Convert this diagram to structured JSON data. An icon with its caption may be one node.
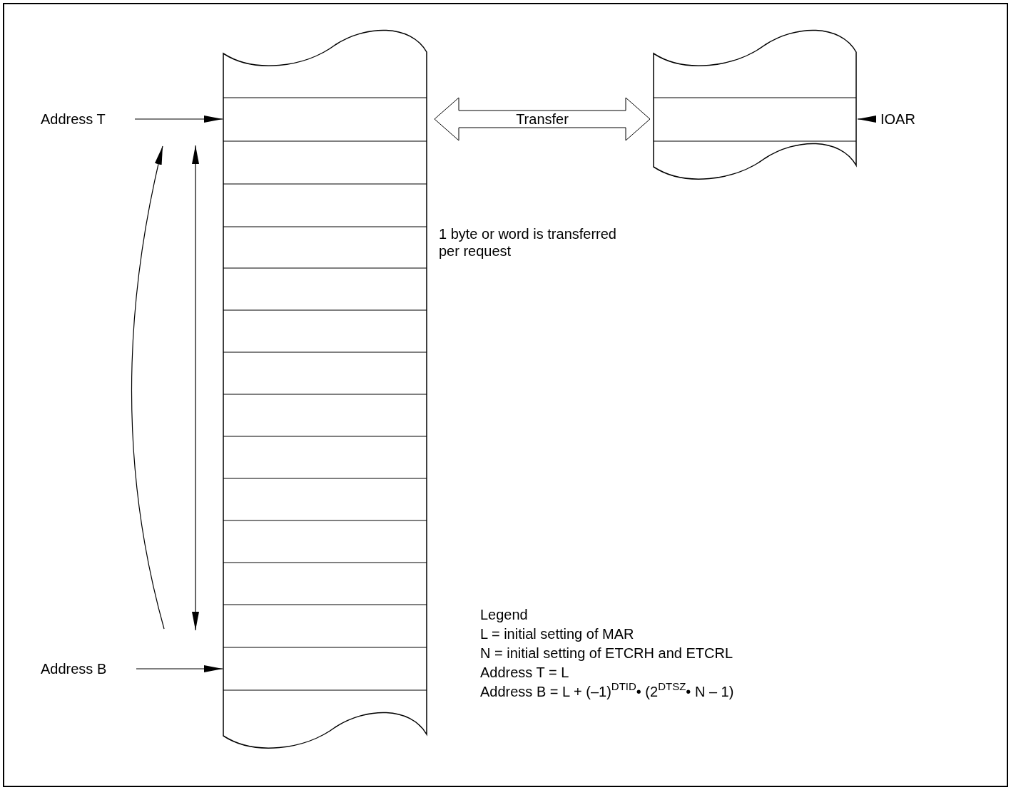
{
  "diagram": {
    "nodes": [
      {
        "text": [
          "Address T"
        ]
      },
      {
        "text": [],
        "shape": "box"
      },
      {
        "text": [],
        "shape": "box"
      },
      {
        "text": [
          "IOAR"
        ]
      },
      {
        "text": [
          "Address B"
        ]
      }
    ],
    "edges": [
      {
        "from": 0,
        "to": 1,
        "arrow": "to"
      },
      {
        "from": 1,
        "to": 2,
        "arrow": "both",
        "label": "Transfer",
        "style": "thick"
      },
      {
        "from": 3,
        "to": 2,
        "arrow": "to"
      },
      {
        "from": 4,
        "to": 1,
        "arrow": "to"
      }
    ],
    "labels": [
      "1 byte or word is transferred per request",
      "Legend",
      "L = initial setting of MAR",
      "N = initial setting of ETCRH and ETCRL",
      "Address T = L",
      "Address B = L + (–1)$^{DTID}$• (2$^{DTSZ}$• N – 1)"
    ]
  }
}
